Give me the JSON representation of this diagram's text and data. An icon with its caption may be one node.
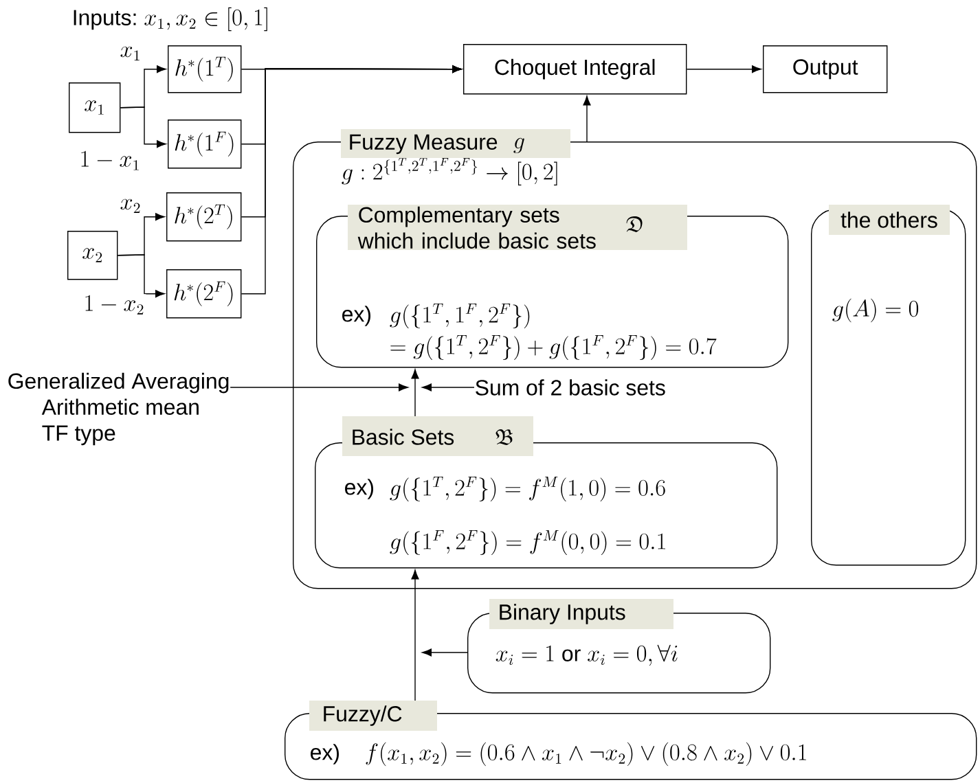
{
  "diagram": {
    "nodes": [
      {
        "text": [
          "x_1"
        ]
      },
      {
        "text": [
          "h^*(1^T)"
        ]
      },
      {
        "text": [
          "h^*(1^F)"
        ]
      },
      {
        "text": [
          "x_2"
        ]
      },
      {
        "text": [
          "h^*(2^T)"
        ]
      },
      {
        "text": [
          "h^*(2^F)"
        ]
      },
      {
        "text": [
          "Choquet Integral"
        ]
      },
      {
        "text": [
          "Output"
        ]
      },
      {
        "text": [
          "Fuzzy Measure",
          "g",
          "g : 2^{\\{1^T, 2^T, 1^F, 2^F\\}} \\to [0, 2]"
        ]
      },
      {
        "text": [
          "Complementary sets which include basic sets",
          "\\mathfrak{D}",
          "ex)",
          "g(\\{1^T, 1^F, 2^F\\})",
          "= g(\\{1^T, 2^F\\}) + g(\\{1^F, 2^F\\}) = 0.7"
        ],
        "in": 8
      },
      {
        "text": [
          "the others",
          "g(A) = 0"
        ],
        "in": 8
      },
      {
        "text": [
          "Basic Sets",
          "\\mathfrak{B}",
          "ex)",
          "g(\\{1^T, 2^F\\}) = f^M(1, 0) = 0.6",
          "g(\\{1^F, 2^F\\}) = f^M(0, 0) = 0.1"
        ],
        "in": 8
      },
      {
        "text": [
          "Binary Inputs",
          "x_i = 1 \\text{ or } x_i = 0, \\forall i"
        ]
      },
      {
        "text": [
          "Fuzzy/C",
          "ex)",
          "f(x_1, x_2) = (0.6 \\wedge x_1 \\wedge \\neg x_2) \\vee (0.8 \\wedge x_2) \\vee 0.1"
        ]
      },
      {
        "text": [
          "Generalized Averaging",
          "Arithmetic mean",
          "TF type"
        ]
      },
      {
        "text": [
          "Sum of 2 basic sets"
        ],
        "in": 8
      }
    ],
    "edges": [
      {
        "from": 0,
        "to": 1,
        "arrow": "to",
        "label": "x_1"
      },
      {
        "from": 0,
        "to": 2,
        "arrow": "to",
        "label": "1 - x_1"
      },
      {
        "from": 3,
        "to": 4,
        "arrow": "to",
        "label": "x_2"
      },
      {
        "from": 3,
        "to": 5,
        "arrow": "to",
        "label": "1 - x_2"
      },
      {
        "from": 1,
        "to": 6,
        "arrow": "to"
      },
      {
        "from": 2,
        "to": 6,
        "arrow": "to"
      },
      {
        "from": 4,
        "to": 6,
        "arrow": "to"
      },
      {
        "from": 5,
        "to": 6,
        "arrow": "to"
      },
      {
        "from": 6,
        "to": 7,
        "arrow": "to"
      },
      {
        "from": 8,
        "to": 6,
        "arrow": "to"
      },
      {
        "from": 11,
        "to": 9,
        "arrow": "to"
      },
      {
        "from": 14,
        "to": null,
        "arrow": "to"
      },
      {
        "from": 15,
        "to": null,
        "arrow": "to"
      },
      {
        "from": 12,
        "to": null,
        "arrow": "to"
      },
      {
        "from": 13,
        "to": 11,
        "arrow": "to"
      }
    ],
    "labels": [
      "Inputs:",
      "x_1, x_2 \\in [0, 1]"
    ]
  }
}
